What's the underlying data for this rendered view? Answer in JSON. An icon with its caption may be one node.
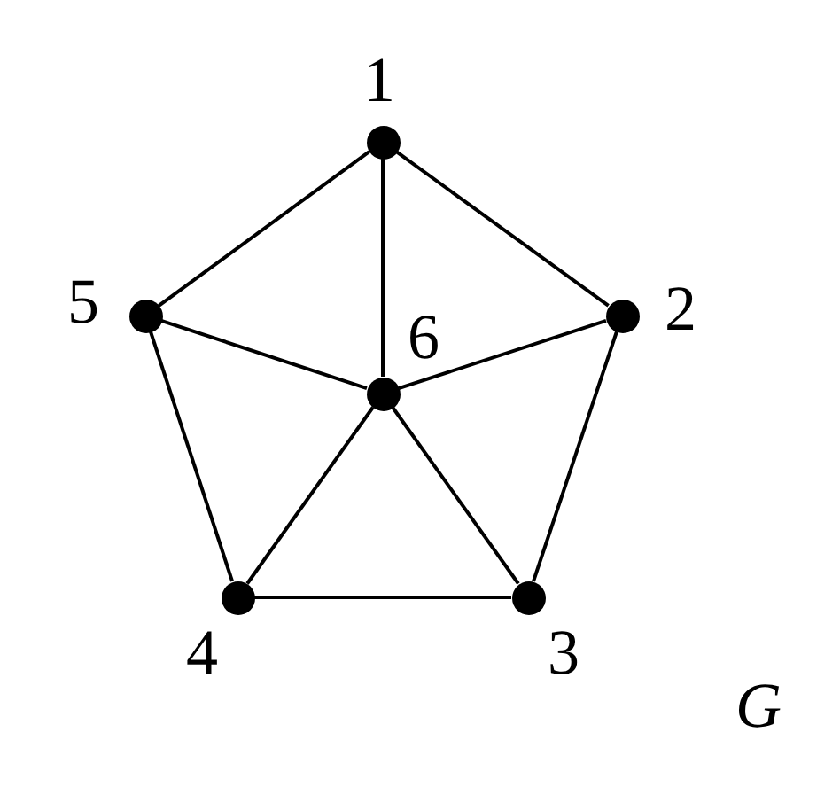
{
  "diagram": {
    "nodes": [
      {
        "text": [],
        "shape": "circle",
        "beside": [
          "1"
        ]
      },
      {
        "text": [],
        "shape": "circle",
        "beside": [
          "2"
        ]
      },
      {
        "text": [],
        "shape": "circle",
        "beside": [
          "3"
        ]
      },
      {
        "text": [],
        "shape": "circle",
        "beside": [
          "4"
        ]
      },
      {
        "text": [],
        "shape": "circle",
        "beside": [
          "5"
        ]
      },
      {
        "text": [],
        "shape": "circle",
        "beside": [
          "6"
        ]
      }
    ],
    "edges": [
      {
        "from": 0,
        "to": 1,
        "arrow": "none"
      },
      {
        "from": 0,
        "to": 4,
        "arrow": "none"
      },
      {
        "from": 0,
        "to": 5,
        "arrow": "none"
      },
      {
        "from": 1,
        "to": 2,
        "arrow": "none"
      },
      {
        "from": 1,
        "to": 5,
        "arrow": "none"
      },
      {
        "from": 2,
        "to": 3,
        "arrow": "none"
      },
      {
        "from": 2,
        "to": 5,
        "arrow": "none"
      },
      {
        "from": 3,
        "to": 4,
        "arrow": "none"
      },
      {
        "from": 3,
        "to": 5,
        "arrow": "none"
      },
      {
        "from": 4,
        "to": 5,
        "arrow": "none"
      }
    ],
    "labels": [
      "G"
    ]
  }
}
